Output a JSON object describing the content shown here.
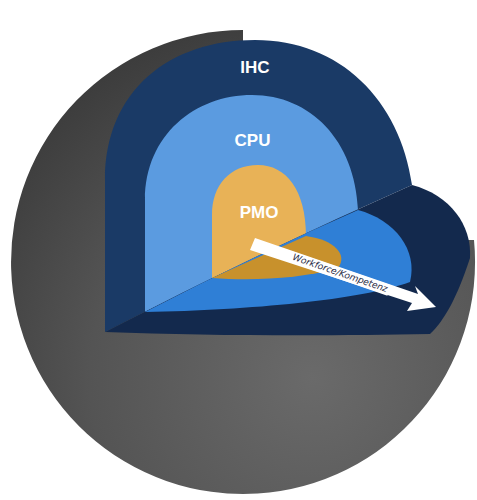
{
  "diagram": {
    "nodes": [
      {
        "text": [
          "IHC"
        ]
      },
      {
        "text": [
          "CPU"
        ],
        "in": 0
      },
      {
        "text": [
          "PMO"
        ],
        "in": 1
      }
    ],
    "labels": [
      "Workforce/Kompetenz"
    ]
  }
}
